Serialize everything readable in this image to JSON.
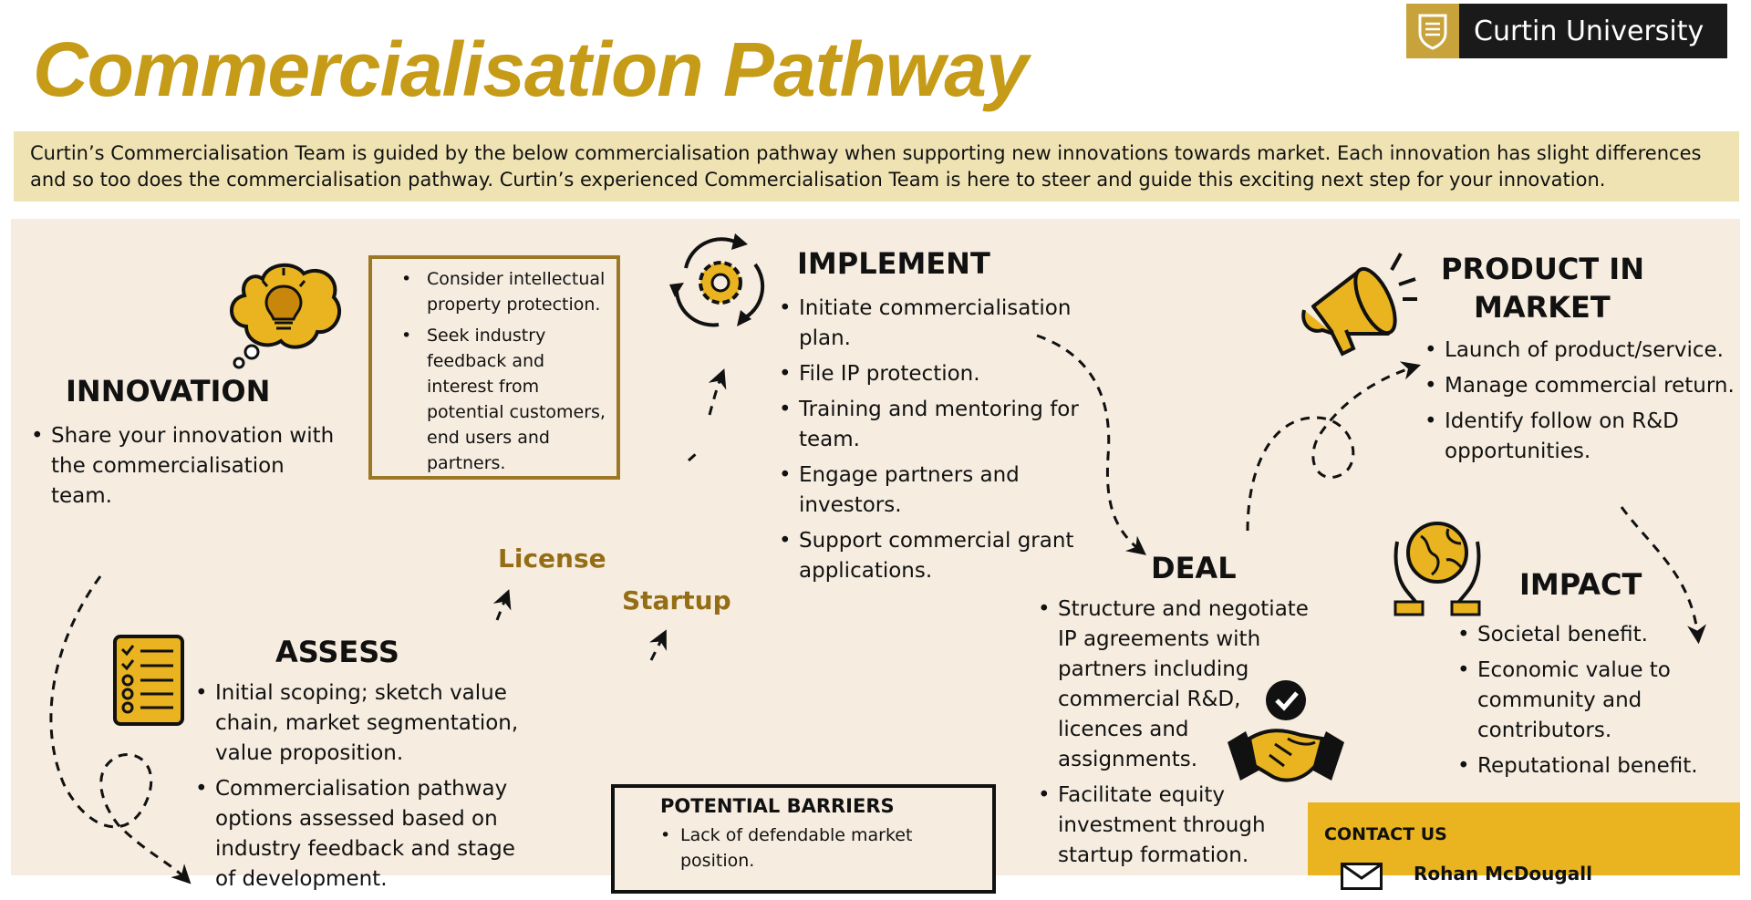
{
  "header": {
    "title": "Commercialisation Pathway",
    "logo_text": "Curtin University"
  },
  "intro": {
    "text": "Curtin’s Commercialisation Team is guided by the below commercialisation pathway when supporting new innovations towards market.  Each innovation has slight differences and so too does the commercialisation pathway.  Curtin’s experienced Commercialisation Team is here to steer and guide this exciting next step for your innovation."
  },
  "innovation": {
    "heading": "INNOVATION",
    "bullets": [
      "Share your innovation with the commercialisation team."
    ],
    "icon": "lightbulb-icon"
  },
  "consider": {
    "bullets": [
      "Consider intellectual property protection.",
      "Seek industry feedback and interest from potential customers, end users and partners."
    ]
  },
  "implement": {
    "heading": "IMPLEMENT",
    "icon": "gear-cycle-icon",
    "bullets": [
      "Initiate commercialisation plan.",
      "File IP protection.",
      "Training and mentoring for team.",
      "Engage partners and investors.",
      "Support commercial grant applications."
    ]
  },
  "product": {
    "heading_line1": "PRODUCT IN",
    "heading_line2": "MARKET",
    "icon": "megaphone-icon",
    "bullets": [
      "Launch of product/service.",
      "Manage commercial return.",
      "Identify follow on R&D opportunities."
    ]
  },
  "deal": {
    "heading": "DEAL",
    "icon": "handshake-icon",
    "bullets": [
      "Structure and negotiate IP agreements with partners including commercial R&D, licences and assignments.",
      "Facilitate equity investment through startup formation."
    ]
  },
  "impact": {
    "heading": "IMPACT",
    "icon": "globe-hands-icon",
    "bullets": [
      "Societal benefit.",
      "Economic value to community and contributors.",
      "Reputational benefit."
    ]
  },
  "assess": {
    "heading": "ASSESS",
    "icon": "checklist-icon",
    "bullets": [
      "Initial scoping; sketch value chain, market segmentation, value proposition.",
      "Commercialisation pathway options assessed based on industry feedback and stage of development."
    ]
  },
  "pathways": {
    "license": "License",
    "startup": "Startup"
  },
  "barriers": {
    "title": "POTENTIAL BARRIERS",
    "bullets": [
      "Lack of defendable market position."
    ]
  },
  "contact": {
    "title": "CONTACT US",
    "name": "Rohan McDougall"
  },
  "colors": {
    "title_gold": "#c59b18",
    "intro_bg": "#efe3b3",
    "panel_bg": "#f6ede0",
    "icon_gold": "#e9b420",
    "pathway_text": "#946d14",
    "contact_bg": "#e9b420"
  }
}
